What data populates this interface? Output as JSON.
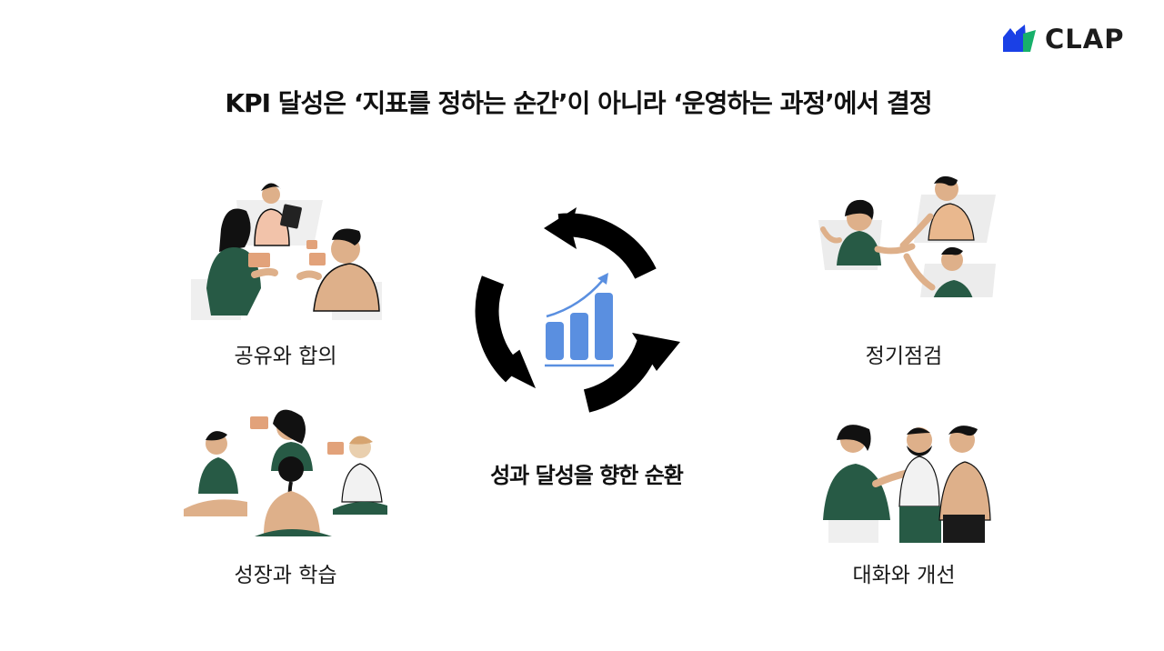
{
  "brand": {
    "name": "CLAP",
    "accent": "#1a40e6",
    "accent2": "#17b06b"
  },
  "title": "KPI 달성은 ‘지표를 정하는 순간’이 아니라 ‘운영하는 과정’에서 결정",
  "center": {
    "label": "성과 달성을 향한 순환",
    "icon": "growth-bar-chart-icon",
    "cycle_icon": "cycle-arrows-icon"
  },
  "stages": {
    "share": {
      "label": "공유와 합의",
      "icon": "team-meeting-illustration"
    },
    "check": {
      "label": "정기점검",
      "icon": "video-call-illustration"
    },
    "learn": {
      "label": "성장과 학습",
      "icon": "group-discussion-illustration"
    },
    "talk": {
      "label": "대화와 개선",
      "icon": "fist-bump-illustration"
    }
  },
  "colors": {
    "green": "#275a45",
    "skin": "#deb08a",
    "dark": "#111111",
    "chart_blue": "#5a8fe0"
  }
}
